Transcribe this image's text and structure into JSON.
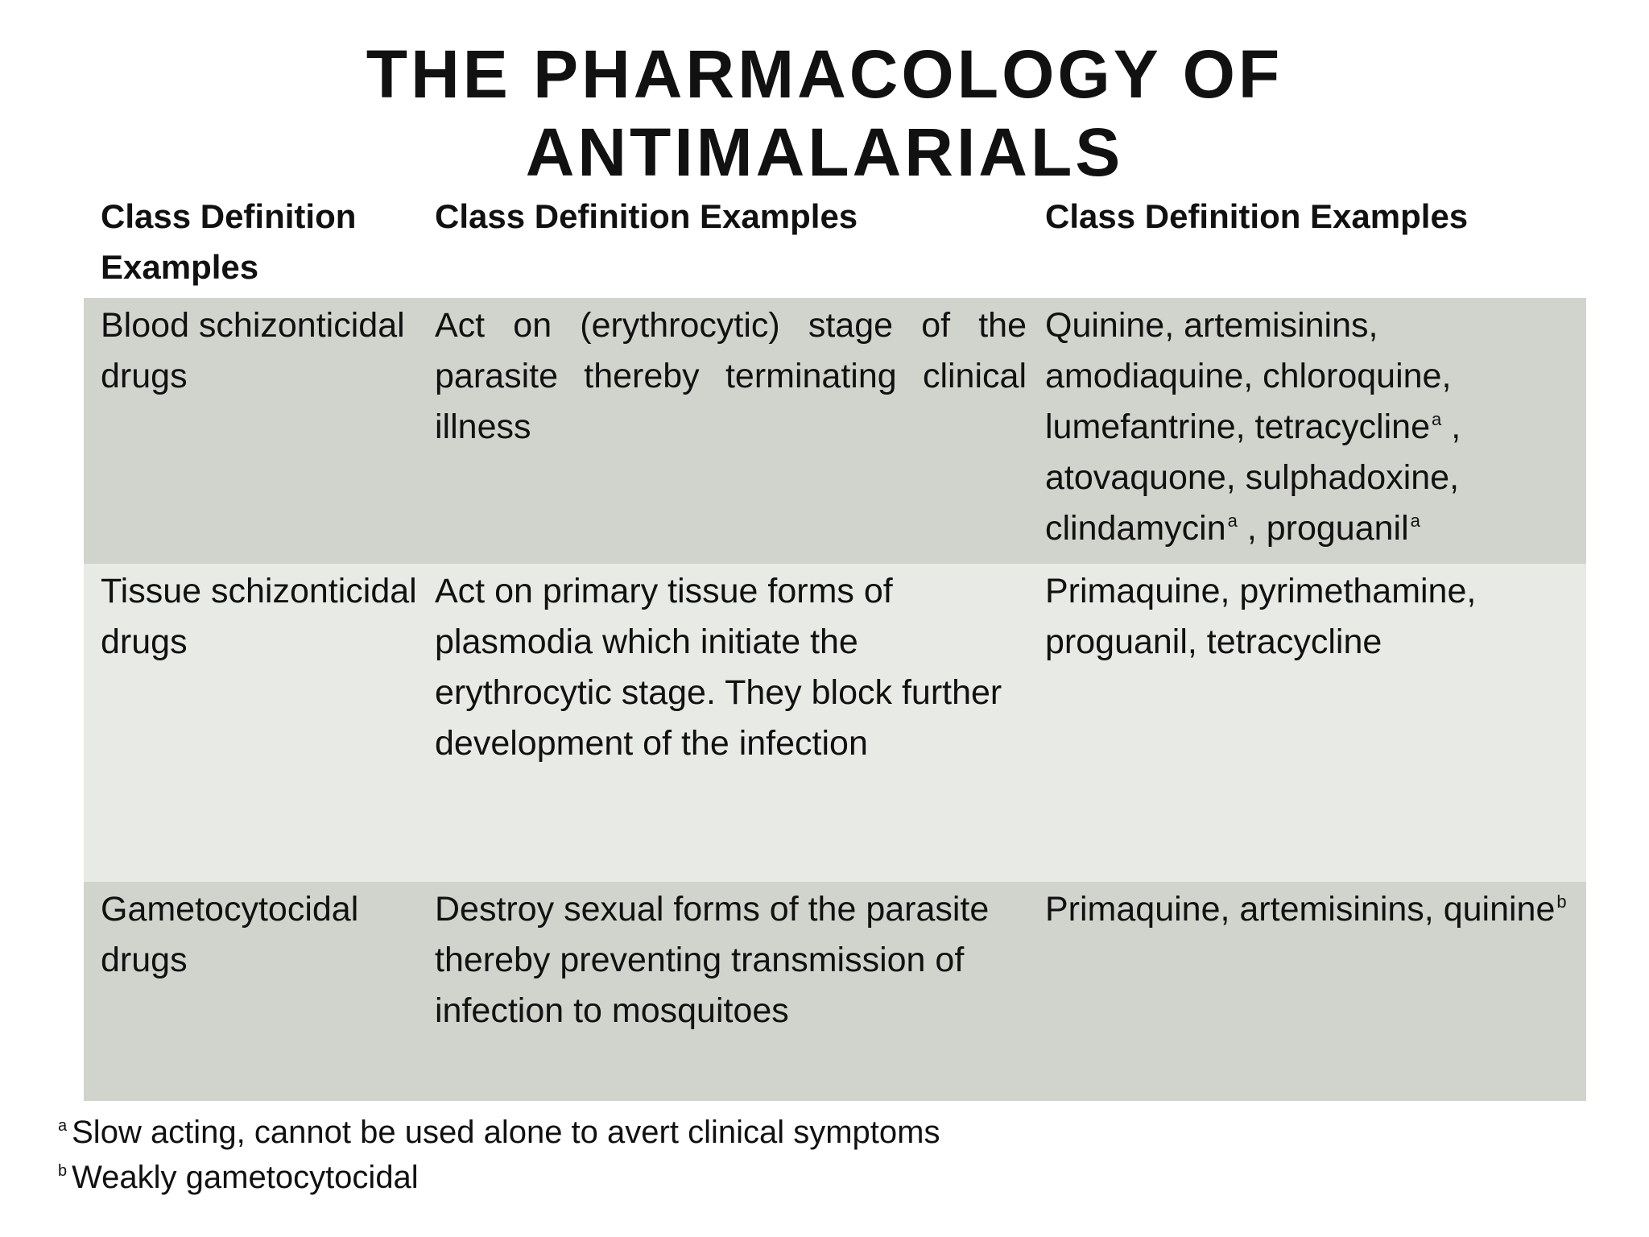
{
  "title": {
    "line1": "THE PHARMACOLOGY OF",
    "line2": "ANTIMALARIALS"
  },
  "table": {
    "headers": [
      "Class Definition Examples",
      "Class Definition Examples",
      "Class Definition Examples"
    ],
    "rows": [
      {
        "class": "Blood schizonticidal drugs",
        "definition": "Act on (erythrocytic) stage of the parasite thereby terminating clinical illness",
        "examples": {
          "part1": "Quinine, artemisinins, amodiaquine, chloroquine, lumefantrine, tetracycline",
          "sup1": "a",
          "part2": " , atovaquone, sulphadoxine, clindamycin",
          "sup2": "a",
          "part3": " , proguanil",
          "sup3": "a"
        }
      },
      {
        "class": "Tissue schizonticidal drugs",
        "definition": {
          "line1": "Act on primary tissue forms of plasmodia which initiate the erythrocytic stage. They block further",
          "line2": "development of the infection"
        },
        "examples": "Primaquine, pyrimethamine, proguanil, tetracycline"
      },
      {
        "class": "Gametocytocidal drugs",
        "definition": "Destroy sexual forms of the parasite thereby preventing transmission of infection to mosquitoes",
        "examples": {
          "part1": "Primaquine, artemisinins, quinine",
          "sup1": "b"
        }
      }
    ]
  },
  "footnotes": [
    {
      "marker": "a",
      "text": "Slow acting, cannot be used alone to avert clinical symptoms"
    },
    {
      "marker": "b",
      "text": "Weakly gametocytocidal"
    }
  ],
  "colors": {
    "row_dark": "#d0d4cd",
    "row_light": "#e8eae6",
    "text": "#111111"
  }
}
